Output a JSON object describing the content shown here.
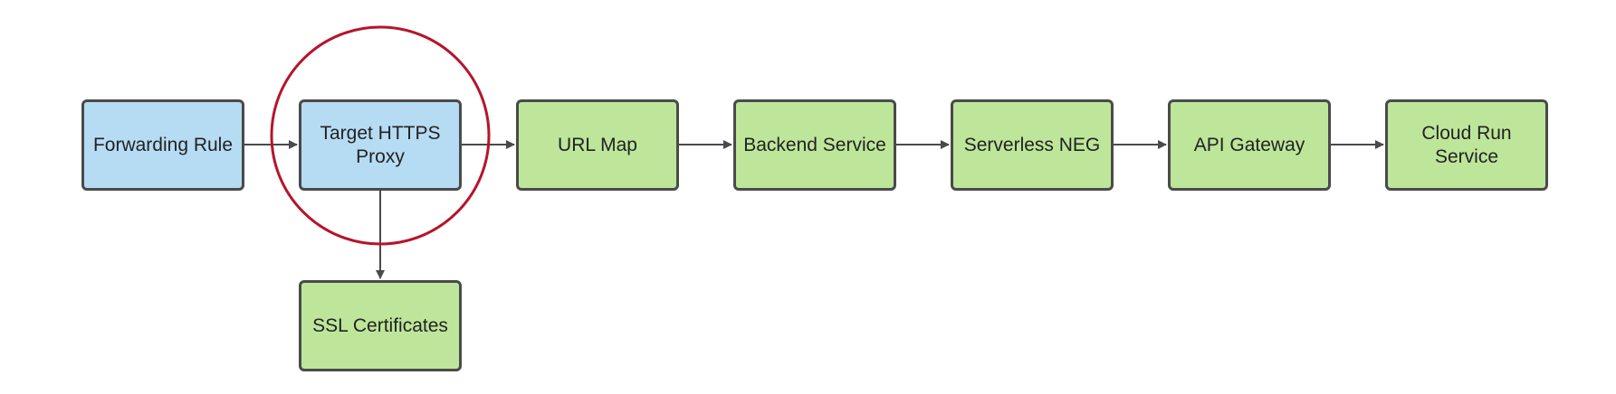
{
  "nodes": [
    {
      "id": "forwarding-rule",
      "label": "Forwarding Rule",
      "fill": "#b6dcf3"
    },
    {
      "id": "target-https-proxy",
      "label": "Target HTTPS\nProxy",
      "fill": "#b6dcf3"
    },
    {
      "id": "url-map",
      "label": "URL Map",
      "fill": "#bde69a"
    },
    {
      "id": "backend-service",
      "label": "Backend Service",
      "fill": "#bde69a"
    },
    {
      "id": "serverless-neg",
      "label": "Serverless NEG",
      "fill": "#bde69a"
    },
    {
      "id": "api-gateway",
      "label": "API Gateway",
      "fill": "#bde69a"
    },
    {
      "id": "cloud-run-service",
      "label": "Cloud Run\nService",
      "fill": "#bde69a"
    },
    {
      "id": "ssl-certificates",
      "label": "SSL Certificates",
      "fill": "#bde69a"
    }
  ],
  "edges": [
    {
      "from": "forwarding-rule",
      "to": "target-https-proxy"
    },
    {
      "from": "target-https-proxy",
      "to": "url-map"
    },
    {
      "from": "url-map",
      "to": "backend-service"
    },
    {
      "from": "backend-service",
      "to": "serverless-neg"
    },
    {
      "from": "serverless-neg",
      "to": "api-gateway"
    },
    {
      "from": "api-gateway",
      "to": "cloud-run-service"
    },
    {
      "from": "target-https-proxy",
      "to": "ssl-certificates"
    }
  ],
  "highlight": {
    "target": "target-https-proxy",
    "shape": "circle",
    "color": "#b5152b"
  },
  "colors": {
    "stroke": "#4a4a4a",
    "arrow": "#4a4a4a"
  }
}
